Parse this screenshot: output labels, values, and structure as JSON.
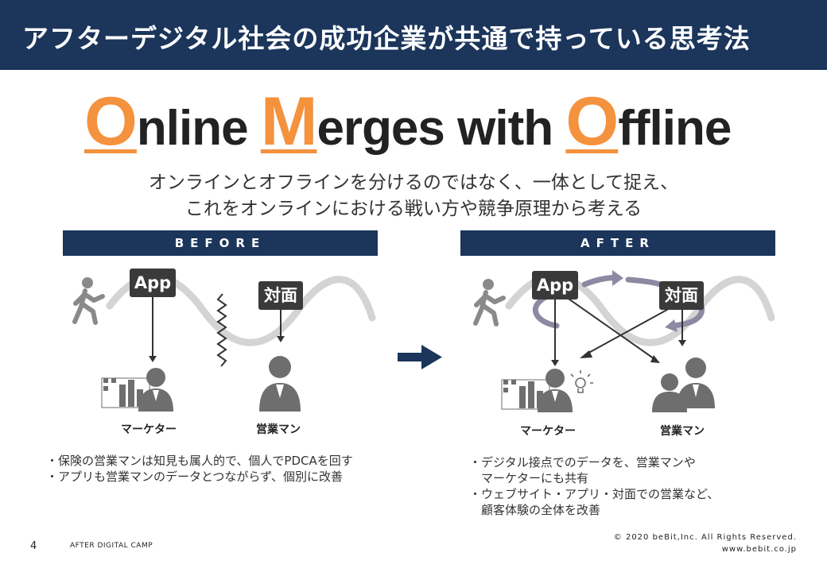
{
  "header": {
    "title": "アフターデジタル社会の成功企業が共通で持っている思考法"
  },
  "headline": {
    "o1": "O",
    "w1": "nline ",
    "m": "M",
    "w2": "erges with ",
    "o2": "O",
    "w3": "ffline"
  },
  "subtitle": {
    "line1": "オンラインとオフラインを分けるのではなく、一体として捉え、",
    "line2": "これをオンラインにおける戦い方や競争原理から考える"
  },
  "before": {
    "heading": "BEFORE",
    "app_label": "App",
    "face_label": "対面",
    "marketer_label": "マーケター",
    "sales_label": "営業マン",
    "bullets": [
      "・保険の営業マンは知見も属人的で、個人でPDCAを回す",
      "・アプリも営業マンのデータとつながらず、個別に改善"
    ]
  },
  "after": {
    "heading": "AFTER",
    "app_label": "App",
    "face_label": "対面",
    "marketer_label": "マーケター",
    "sales_label": "営業マン",
    "bullets": [
      "・デジタル接点でのデータを、営業マンや",
      "　マーケターにも共有",
      "・ウェブサイト・アプリ・対面での営業など、",
      "　顧客体験の全体を改善"
    ]
  },
  "icons": [
    "walking-person-icon",
    "bar-chart-icon",
    "person-icon",
    "lightbulb-icon",
    "group-icon",
    "arrow-right-icon",
    "cycle-arrows-icon",
    "zigzag-divider-icon"
  ],
  "colors": {
    "navy": "#1b355b",
    "orange": "#f4923e",
    "dark_box": "#3a3a3a",
    "wave": "#d4d4d4",
    "purple": "#8c8aa3"
  },
  "footer": {
    "page_number": "4",
    "camp": "AFTER DIGITAL CAMP",
    "copyright": "© 2020 beBit,Inc. All Rights Reserved.",
    "url": "www.bebit.co.jp"
  }
}
